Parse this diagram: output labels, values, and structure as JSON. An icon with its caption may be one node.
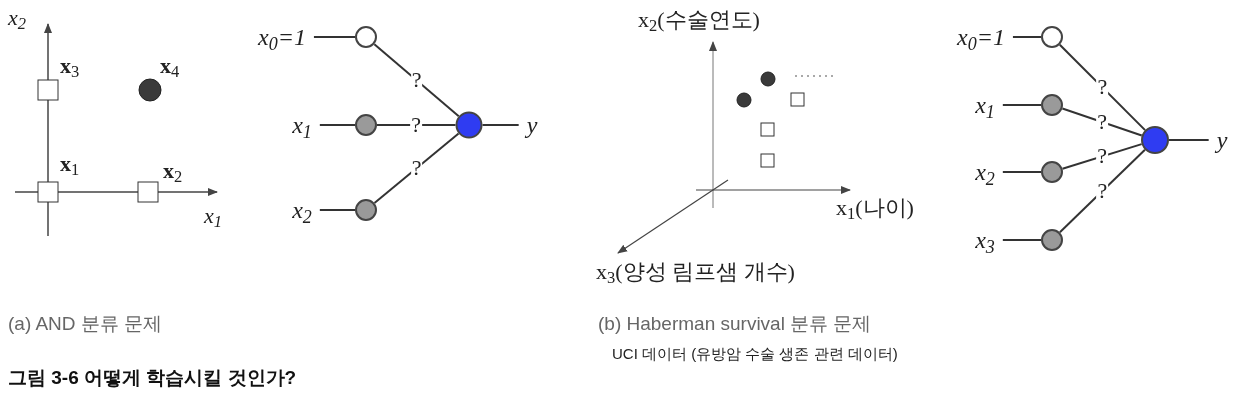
{
  "diagram": {
    "caption": "**그림 3-6** 어떻게 학습시킬 것인가?",
    "nodes": [
      {
        "text": [
          "x$_{0}$=1"
        ]
      },
      {
        "text": [
          "x$_{1}$"
        ]
      },
      {
        "text": [
          "x$_{2}$"
        ]
      },
      {
        "text": [],
        "shape": "circle"
      },
      {
        "text": [],
        "shape": "circle"
      },
      {
        "text": [],
        "shape": "circle"
      },
      {
        "text": [],
        "shape": "circle"
      },
      {
        "text": [
          "y"
        ]
      },
      {
        "text": [
          "x$_{0}$=1"
        ]
      },
      {
        "text": [
          "x$_{1}$"
        ]
      },
      {
        "text": [
          "x$_{2}$"
        ]
      },
      {
        "text": [
          "x$_{3}$"
        ]
      },
      {
        "text": [],
        "shape": "circle"
      },
      {
        "text": [],
        "shape": "circle"
      },
      {
        "text": [],
        "shape": "circle"
      },
      {
        "text": [],
        "shape": "circle"
      },
      {
        "text": [],
        "shape": "circle"
      },
      {
        "text": [
          "y"
        ]
      }
    ],
    "edges": [
      {
        "from": 0,
        "to": 3,
        "arrow": "none"
      },
      {
        "from": 1,
        "to": 4,
        "arrow": "none"
      },
      {
        "from": 2,
        "to": 5,
        "arrow": "none"
      },
      {
        "from": 3,
        "to": 6,
        "arrow": "none",
        "label": "?"
      },
      {
        "from": 4,
        "to": 6,
        "arrow": "none",
        "label": "?"
      },
      {
        "from": 5,
        "to": 6,
        "arrow": "none",
        "label": "?"
      },
      {
        "from": 6,
        "to": 7,
        "arrow": "none"
      },
      {
        "from": 8,
        "to": 12,
        "arrow": "none"
      },
      {
        "from": 9,
        "to": 13,
        "arrow": "none"
      },
      {
        "from": 10,
        "to": 14,
        "arrow": "none"
      },
      {
        "from": 11,
        "to": 15,
        "arrow": "none"
      },
      {
        "from": 12,
        "to": 16,
        "arrow": "none",
        "label": "?"
      },
      {
        "from": 13,
        "to": 16,
        "arrow": "none",
        "label": "?"
      },
      {
        "from": 14,
        "to": 16,
        "arrow": "none",
        "label": "?"
      },
      {
        "from": 15,
        "to": 16,
        "arrow": "none",
        "label": "?"
      },
      {
        "from": 16,
        "to": 17,
        "arrow": "none"
      }
    ],
    "labels": [
      "x$_{2}$",
      "**x**$_{3}$",
      "**x**$_{4}$",
      "**x**$_{1}$",
      "**x**$_{2}$",
      "x$_{1}$",
      "x$_{2}$(수술연도)",
      "x$_{1}$(나이)",
      "x$_{3}$(양성 림프샘 개수)",
      "(a) AND 분류 문제",
      "(b) Haberman survival 분류 문제",
      "UCI 데이터 (유방암 수술 생존 관련 데이터)"
    ]
  }
}
